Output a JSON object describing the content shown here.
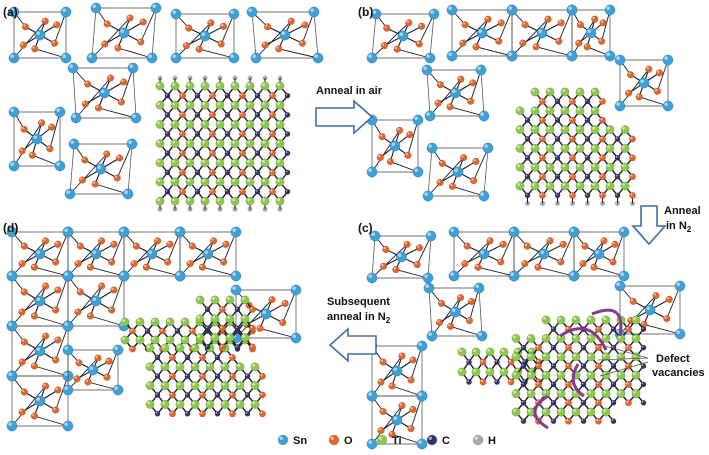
{
  "panels": {
    "a": "(a)",
    "b": "(b)",
    "c": "(c)",
    "d": "(d)"
  },
  "steps": {
    "anneal_air": "Anneal in air",
    "anneal_n2_line1": "Anneal",
    "anneal_n2_line2": "in N",
    "subsequent_line1": "Subsequent",
    "subsequent_line2": "anneal in N",
    "subscript_2": "2"
  },
  "annotation": {
    "line1": "Defect",
    "line2": "vacancies"
  },
  "legend": [
    {
      "label": "Sn",
      "color": "#3fa0d6"
    },
    {
      "label": "O",
      "color": "#e0662a"
    },
    {
      "label": "Ti",
      "color": "#8cc84b"
    },
    {
      "label": "C",
      "color": "#2e3566"
    },
    {
      "label": "H",
      "color": "#a8a8a8"
    }
  ],
  "colors": {
    "sn": "#3fa0d6",
    "o": "#e0662a",
    "ti": "#8cc84b",
    "c": "#2e3566",
    "h": "#a8a8a8",
    "bond": "#1a1a2a",
    "arrow_stroke": "#3f6ea5",
    "vacancy_arrow": "#8a3a8c"
  }
}
